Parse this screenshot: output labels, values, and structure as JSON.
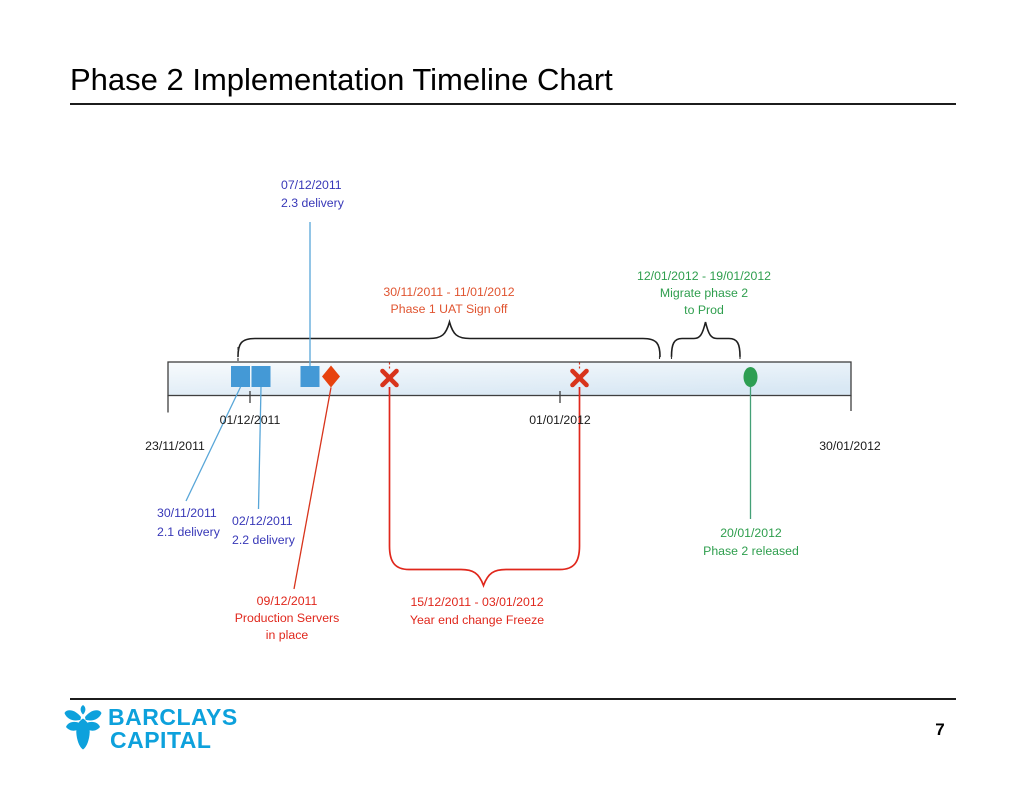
{
  "title": "Phase 2 Implementation Timeline Chart",
  "page_number": "7",
  "brand": {
    "name_line1": "BARCLAYS",
    "name_line2": "CAPITAL"
  },
  "colors": {
    "brand_blue": "#0da1dc",
    "milestone_blue": "#4499d6",
    "alert_red": "#e0271c",
    "diamond_orange": "#e7420e",
    "range_orange_text": "#e05430",
    "release_green": "#2d9e52",
    "annotation_blue": "#3838b8",
    "bar_fill_top": "#f8fbfd",
    "bar_fill_bottom": "#d9e8f4"
  },
  "axis": {
    "start_label": "23/11/2011",
    "dec_label": "01/12/2011",
    "jan_label": "01/01/2012",
    "end_label": "30/01/2012"
  },
  "annotations": {
    "delivery21": {
      "date": "30/11/2011",
      "label": "2.1 delivery"
    },
    "delivery22": {
      "date": "02/12/2011",
      "label": "2.2 delivery"
    },
    "delivery23": {
      "date": "07/12/2011",
      "label": "2.3 delivery"
    },
    "prod_servers": {
      "date": "09/12/2011",
      "line1": "Production Servers",
      "line2": "in place"
    },
    "released": {
      "date": "20/01/2012",
      "label": "Phase 2 released"
    },
    "uat": {
      "dates": "30/11/2011 - 11/01/2012",
      "label": "Phase 1 UAT Sign off"
    },
    "migrate": {
      "dates": "12/01/2012 - 19/01/2012",
      "line1": "Migrate phase 2",
      "line2": "to Prod"
    },
    "freeze": {
      "dates": "15/12/2011 - 03/01/2012",
      "label": "Year end change Freeze"
    }
  },
  "chart_data": {
    "type": "timeline",
    "title": "Phase 2 Implementation Timeline Chart",
    "axis": {
      "start": "23/11/2011",
      "end": "30/01/2012",
      "tick_labels": [
        "23/11/2011",
        "01/12/2011",
        "01/01/2012",
        "30/01/2012"
      ]
    },
    "milestones": [
      {
        "date": "30/11/2011",
        "label": "2.1 delivery",
        "marker": "blue-square"
      },
      {
        "date": "02/12/2011",
        "label": "2.2 delivery",
        "marker": "blue-square"
      },
      {
        "date": "07/12/2011",
        "label": "2.3 delivery",
        "marker": "blue-square"
      },
      {
        "date": "09/12/2011",
        "label": "Production Servers in place",
        "marker": "orange-diamond"
      },
      {
        "date": "15/12/2011",
        "label": "Year end change Freeze start",
        "marker": "red-x"
      },
      {
        "date": "03/01/2012",
        "label": "Year end change Freeze end",
        "marker": "red-x"
      },
      {
        "date": "20/01/2012",
        "label": "Phase 2 released",
        "marker": "green-circle"
      }
    ],
    "ranges": [
      {
        "start": "30/11/2011",
        "end": "11/01/2012",
        "label": "Phase 1 UAT Sign off",
        "brace": "above",
        "text_color": "#e05430"
      },
      {
        "start": "12/01/2012",
        "end": "19/01/2012",
        "label": "Migrate phase 2 to Prod",
        "brace": "above",
        "text_color": "#2e9e4d"
      },
      {
        "start": "15/12/2011",
        "end": "03/01/2012",
        "label": "Year end change Freeze",
        "brace": "below",
        "text_color": "#e0271c"
      }
    ]
  }
}
